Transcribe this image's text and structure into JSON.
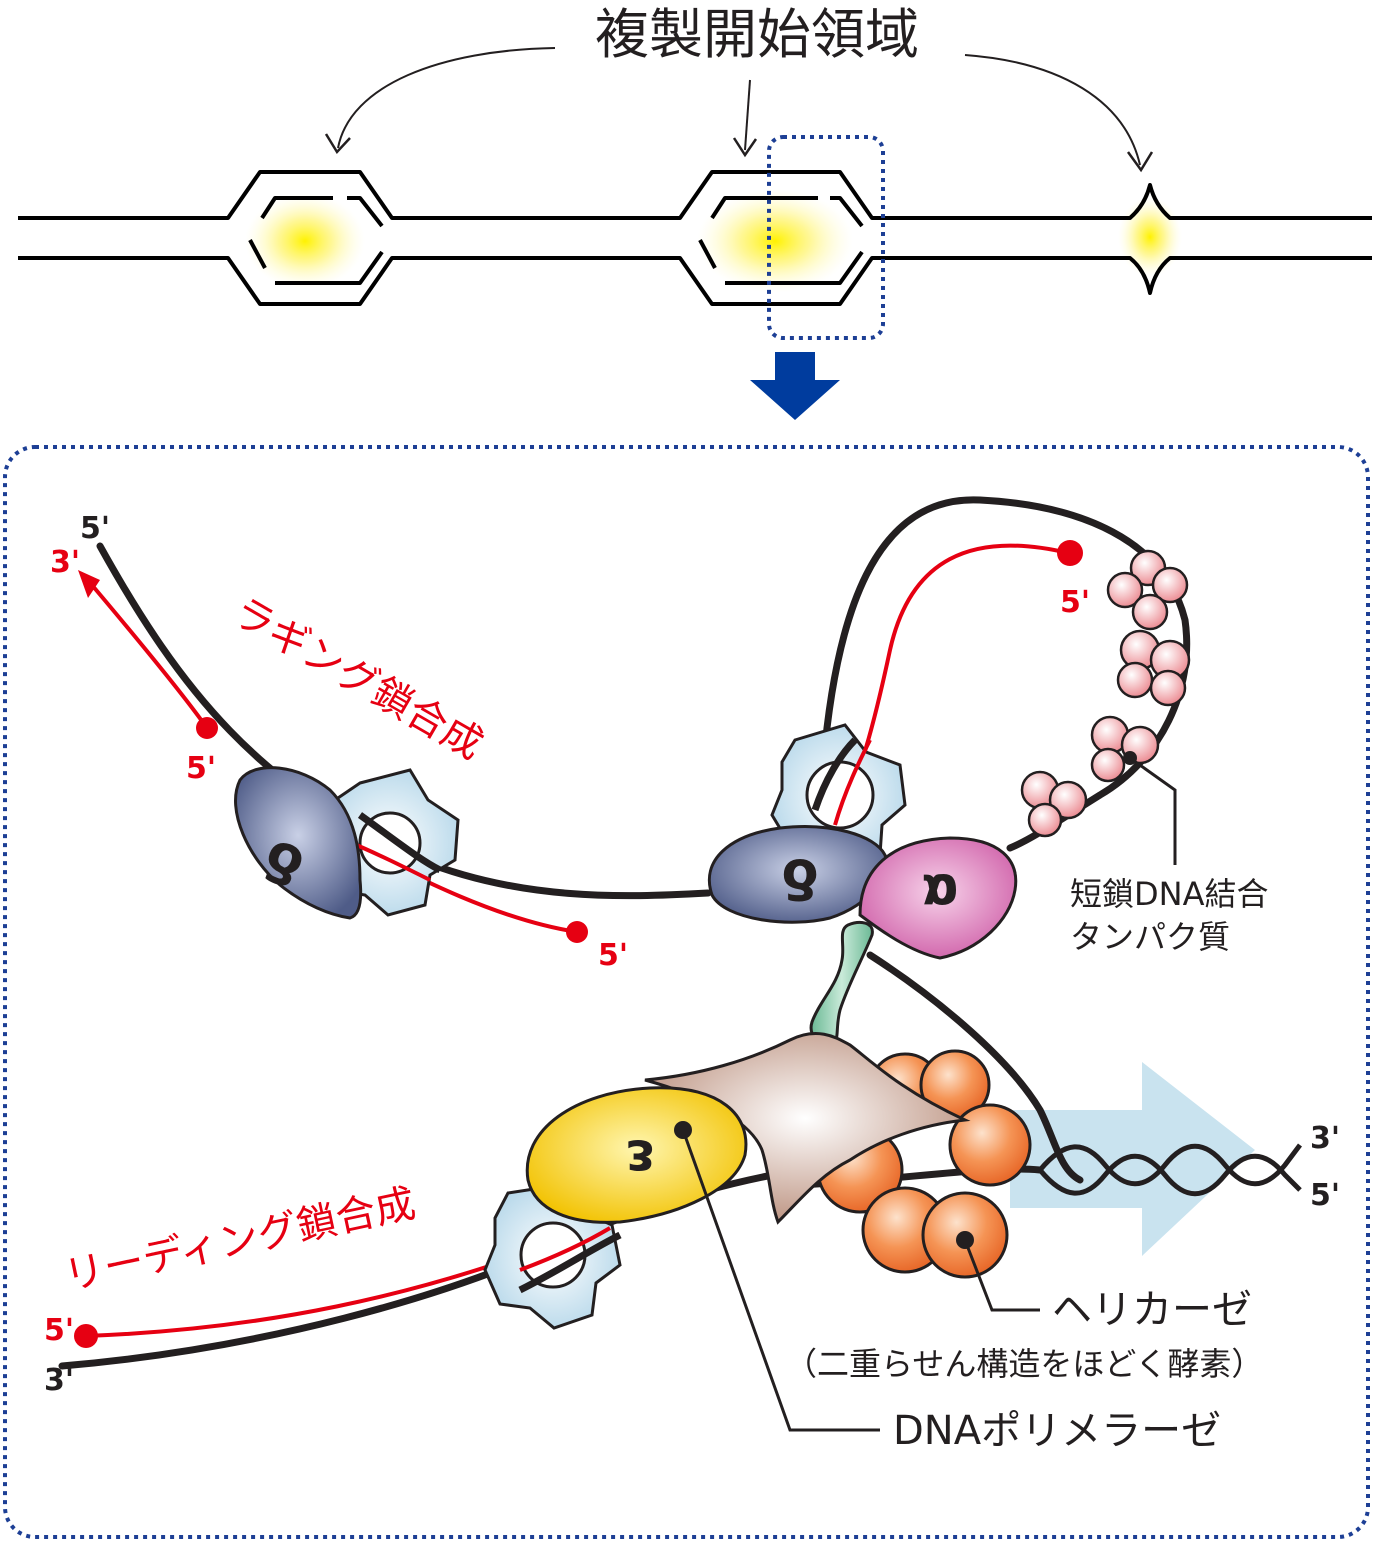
{
  "title": "複製開始領域",
  "labels": {
    "lagging_synthesis": "ラギング鎖合成",
    "leading_synthesis": "リーディング鎖合成",
    "ssb_line1": "短鎖DNA結合",
    "ssb_line2": "タンパク質",
    "helicase": "ヘリカーゼ",
    "helicase_note": "（二重らせん構造をほどく酵素）",
    "polymerase": "DNAポリメラーゼ"
  },
  "strand_ends": {
    "five_prime": "5'",
    "three_prime": "3'"
  },
  "subunits": {
    "delta": "δ",
    "alpha": "α",
    "epsilon": "ε"
  },
  "colors": {
    "template_strand": "#231f20",
    "new_strand": "#e60012",
    "dotted_frame": "#1d3f95",
    "down_arrow": "#003c9e",
    "origin_glow": "#fff200",
    "pcna": "#cde6f2",
    "delta_polymerase": "#5b6892",
    "alpha_polymerase": "#d36fb0",
    "epsilon_polymerase": "#f2c600",
    "helicase_beads": "#f08a3c",
    "ssb_beads": "#f0a6aa",
    "hub_protein": "#c8a08e",
    "linker_protein": "#86c7a8",
    "direction_arrow": "#c9e3ef"
  }
}
